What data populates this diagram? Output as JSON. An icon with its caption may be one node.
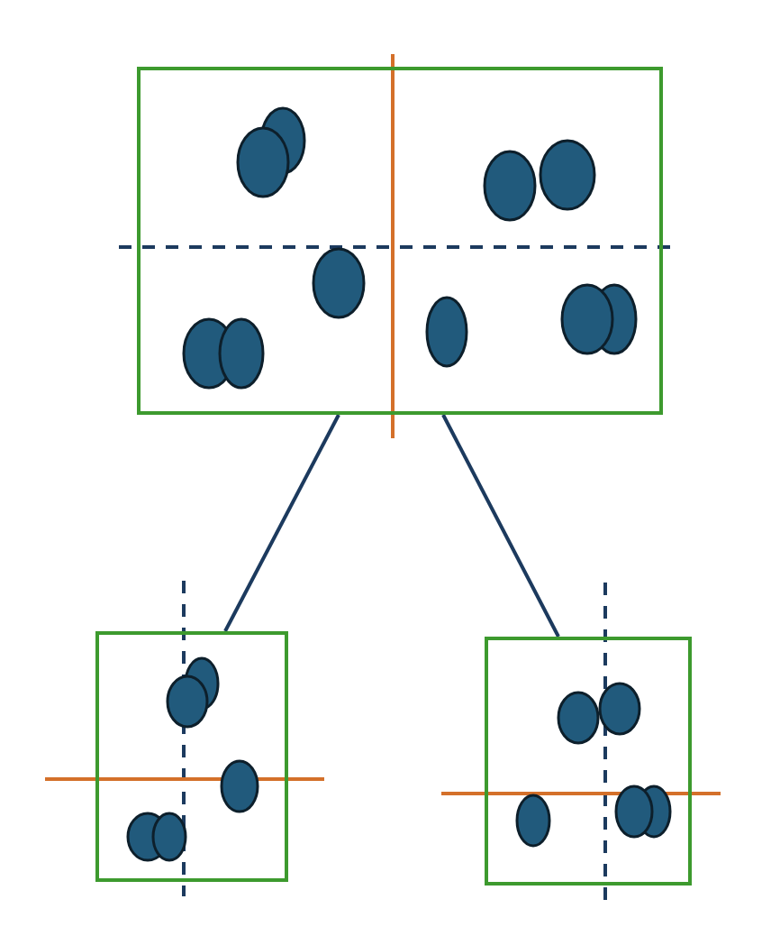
{
  "diagram": {
    "nodes": [
      {
        "text": [],
        "shape": "box"
      },
      {
        "text": [],
        "shape": "box"
      },
      {
        "text": [],
        "shape": "box"
      }
    ],
    "edges": [
      {
        "from": 0,
        "to": 1,
        "arrow": "none"
      },
      {
        "from": 0,
        "to": 2,
        "arrow": "none"
      }
    ]
  }
}
